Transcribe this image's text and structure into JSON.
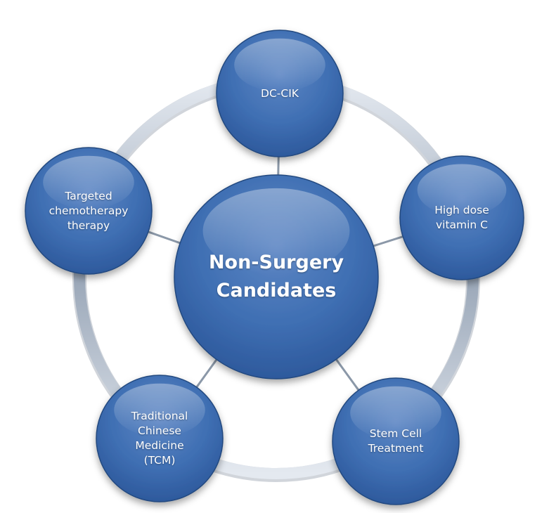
{
  "center": {
    "label": "Non-Surgery\nCandidates"
  },
  "nodes": [
    {
      "id": "dc-cik",
      "label": "DC-CIK"
    },
    {
      "id": "high-dose-vitamin-c",
      "label": "High dose\nvitamin C"
    },
    {
      "id": "stem-cell-treatment",
      "label": "Stem Cell\nTreatment"
    },
    {
      "id": "traditional-chinese-medicine",
      "label": "Traditional\nChinese\nMedicine\n(TCM)"
    },
    {
      "id": "targeted-chemotherapy",
      "label": "Targeted\nchemotherapy\ntherapy"
    }
  ],
  "colors": {
    "node_light": "#5d86c4",
    "node_mid": "#3f6fb3",
    "node_dark": "#2a5598",
    "node_edge": "#23487f",
    "ring_light": "#e4e9f0",
    "ring_dark": "#9aa7b8",
    "connector": "#8b98a8"
  }
}
